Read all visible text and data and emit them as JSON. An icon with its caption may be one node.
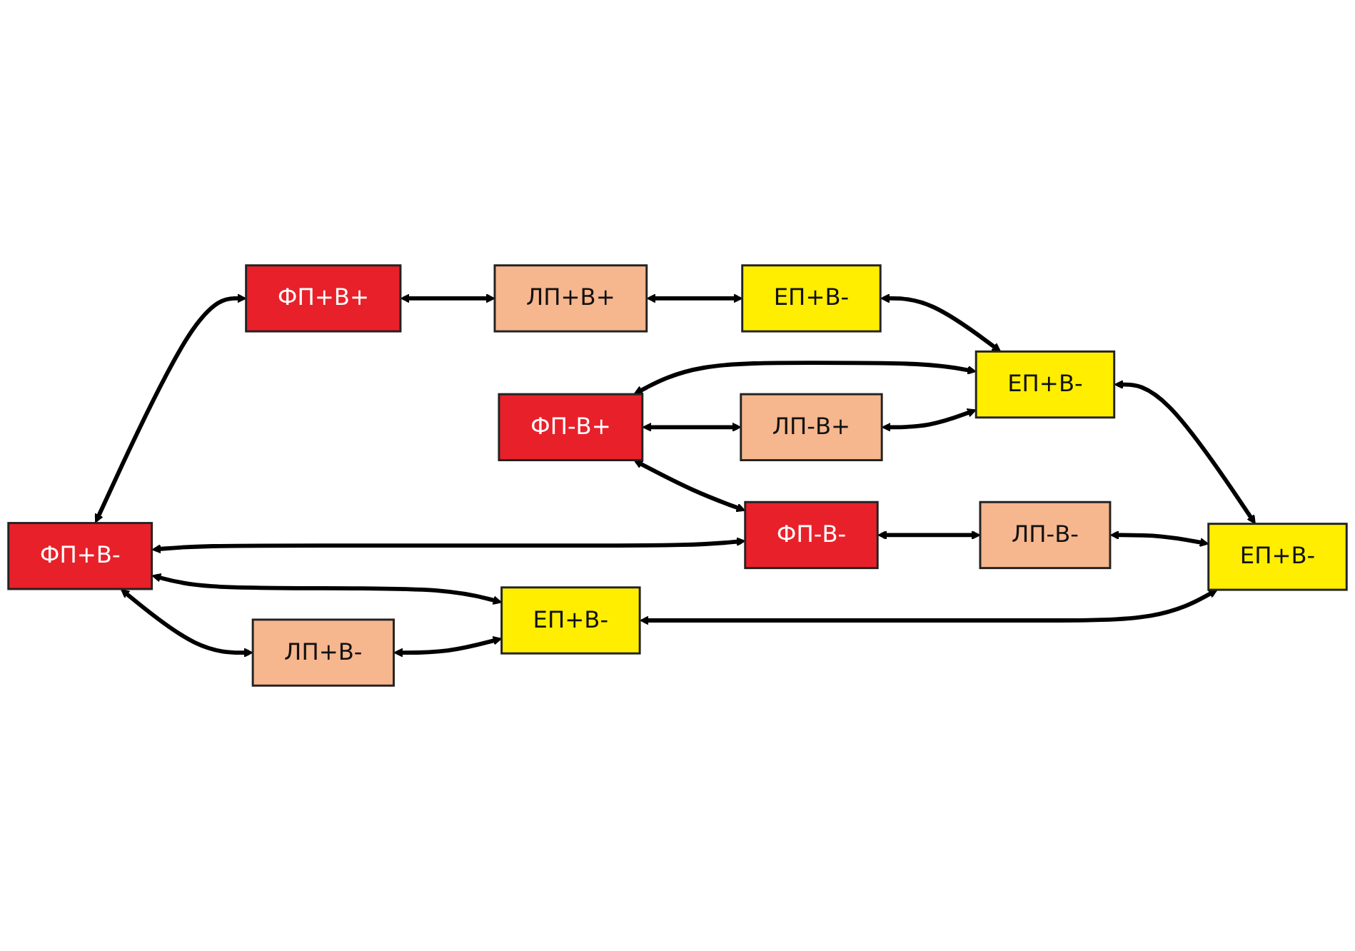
{
  "diagram": {
    "nodes": [
      {
        "text": [
          "ФП+В-"
        ]
      },
      {
        "text": [
          "ЕП+В-"
        ]
      },
      {
        "text": [
          "ЛП+В-"
        ]
      },
      {
        "text": [
          "ФП+В+"
        ]
      },
      {
        "text": [
          "ЕП+В-"
        ]
      },
      {
        "text": [
          "ЛП+В+"
        ]
      },
      {
        "text": [
          "ФП-В+"
        ]
      },
      {
        "text": [
          "ЕП+В-"
        ]
      },
      {
        "text": [
          "ЛП-В+"
        ]
      },
      {
        "text": [
          "ФП-В-"
        ]
      },
      {
        "text": [
          "ЕП+В-"
        ]
      },
      {
        "text": [
          "ЛП-В-"
        ]
      }
    ],
    "edges": [
      {
        "from": 0,
        "to": 1,
        "arrow": "both"
      },
      {
        "from": 0,
        "to": 2,
        "arrow": "both"
      },
      {
        "from": 2,
        "to": 1,
        "arrow": "both"
      },
      {
        "from": 0,
        "to": 3,
        "arrow": "both"
      },
      {
        "from": 3,
        "to": 5,
        "arrow": "both"
      },
      {
        "from": 5,
        "to": 4,
        "arrow": "both"
      },
      {
        "from": 4,
        "to": 7,
        "arrow": "both"
      },
      {
        "from": 6,
        "to": 7,
        "arrow": "both"
      },
      {
        "from": 6,
        "to": 8,
        "arrow": "both"
      },
      {
        "from": 8,
        "to": 7,
        "arrow": "both"
      },
      {
        "from": 6,
        "to": 9,
        "arrow": "both"
      },
      {
        "from": 7,
        "to": 10,
        "arrow": "both"
      },
      {
        "from": 9,
        "to": 11,
        "arrow": "both"
      },
      {
        "from": 11,
        "to": 10,
        "arrow": "both"
      },
      {
        "from": 0,
        "to": 9,
        "arrow": "both"
      },
      {
        "from": 1,
        "to": 10,
        "arrow": "both"
      }
    ]
  }
}
